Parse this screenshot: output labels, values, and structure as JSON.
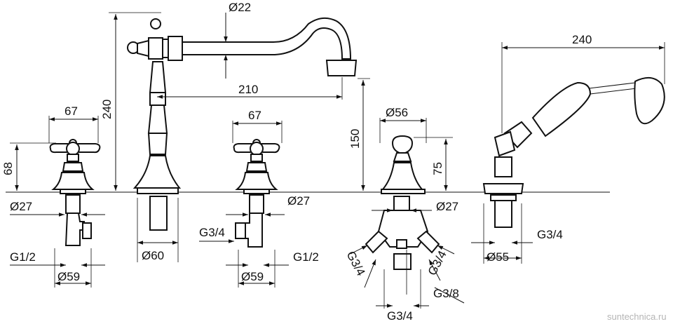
{
  "diagram": {
    "dimensions": {
      "spout_height": "240",
      "spout_pipe_diameter": "Ø22",
      "spout_reach": "210",
      "spout_base_diameter": "Ø60",
      "left_handle_width": "67",
      "left_handle_height": "68",
      "left_stem_diameter": "Ø27",
      "left_connection": "G1/2",
      "left_base_diameter": "Ø59",
      "right_handle_width": "67",
      "right_stem_diameter": "Ø27",
      "right_side_connection": "G3/4",
      "right_connection": "G1/2",
      "right_base_diameter": "Ø59",
      "spout_mount_height": "150",
      "diverter_diameter": "Ø56",
      "diverter_height": "75",
      "diverter_stem_diameter": "Ø27",
      "diverter_left_port": "G3/4",
      "diverter_right_port": "G3/4",
      "diverter_small_port": "G3/8",
      "diverter_bottom_port": "G3/4",
      "shower_length": "240",
      "shower_base_diameter": "Ø55",
      "shower_connection": "G3/4"
    },
    "watermark": "suntechnica.ru"
  }
}
